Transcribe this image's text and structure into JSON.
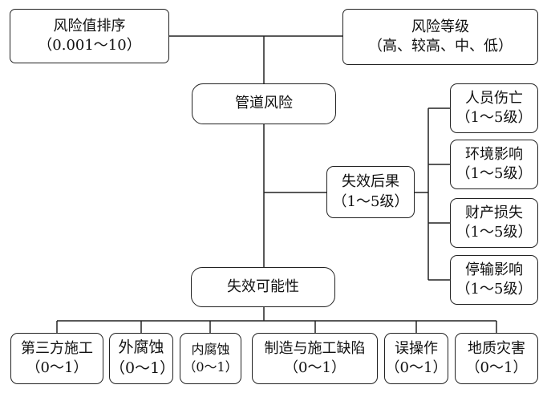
{
  "top": {
    "risk_value_title": "风险值排序",
    "risk_value_range": "（0.001～10）",
    "risk_level_title": "风险等级",
    "risk_level_range": "（高、较高、中、低）"
  },
  "center": {
    "pipeline_risk": "管道风险",
    "failure_consequence_title": "失效后果",
    "failure_consequence_range": "（1～5级）",
    "failure_probability": "失效可能性"
  },
  "consequences": [
    {
      "title": "人员伤亡",
      "range": "（1～5级）"
    },
    {
      "title": "环境影响",
      "range": "（1～5级）"
    },
    {
      "title": "财产损失",
      "range": "（1～5级）"
    },
    {
      "title": "停输影响",
      "range": "（1～5级）"
    }
  ],
  "factors": [
    {
      "title": "第三方施工",
      "range": "（0～1）"
    },
    {
      "title": "外腐蚀",
      "range": "（0～1）"
    },
    {
      "title": "内腐蚀",
      "range": "（0～1）"
    },
    {
      "title": "制造与施工缺陷",
      "range": "（0～1）"
    },
    {
      "title": "误操作",
      "range": "（0～1）"
    },
    {
      "title": "地质灾害",
      "range": "（0～1）"
    }
  ]
}
